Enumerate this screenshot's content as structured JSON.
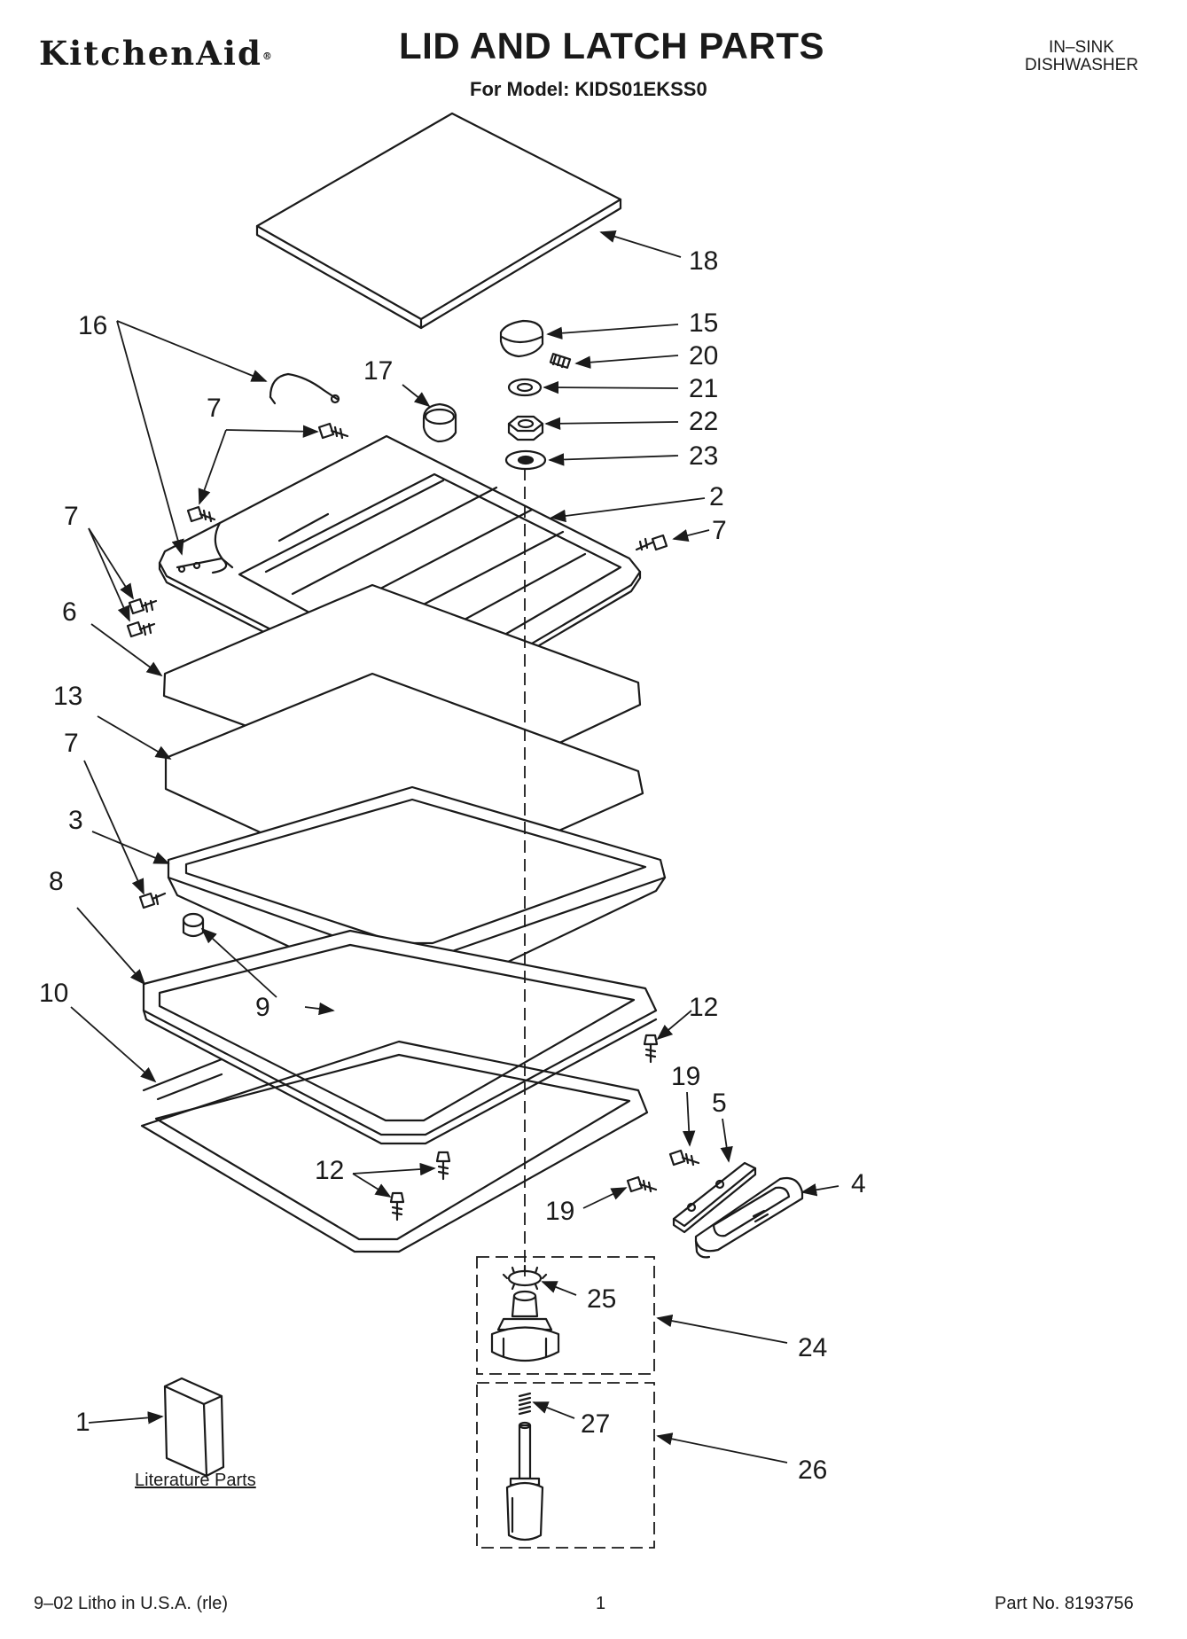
{
  "header": {
    "brand": "KitchenAid",
    "brand_mark": "®",
    "title": "LID AND LATCH PARTS",
    "model_line": "For Model: KIDS01EKSS0",
    "category_line1": "IN–SINK",
    "category_line2": "DISHWASHER"
  },
  "callouts": {
    "c1": "1",
    "c2": "2",
    "c3": "3",
    "c4": "4",
    "c5": "5",
    "c6": "6",
    "c7a": "7",
    "c7b": "7",
    "c7c": "7",
    "c7d": "7",
    "c8": "8",
    "c9": "9",
    "c10": "10",
    "c12a": "12",
    "c12b": "12",
    "c13": "13",
    "c15": "15",
    "c16": "16",
    "c17": "17",
    "c18": "18",
    "c19a": "19",
    "c19b": "19",
    "c20": "20",
    "c21": "21",
    "c22": "22",
    "c23": "23",
    "c24": "24",
    "c25": "25",
    "c26": "26",
    "c27": "27"
  },
  "literature_label": "Literature Parts",
  "footer": {
    "litho": "9–02 Litho in U.S.A. (rle)",
    "page": "1",
    "part_no": "Part No. 8193756"
  }
}
